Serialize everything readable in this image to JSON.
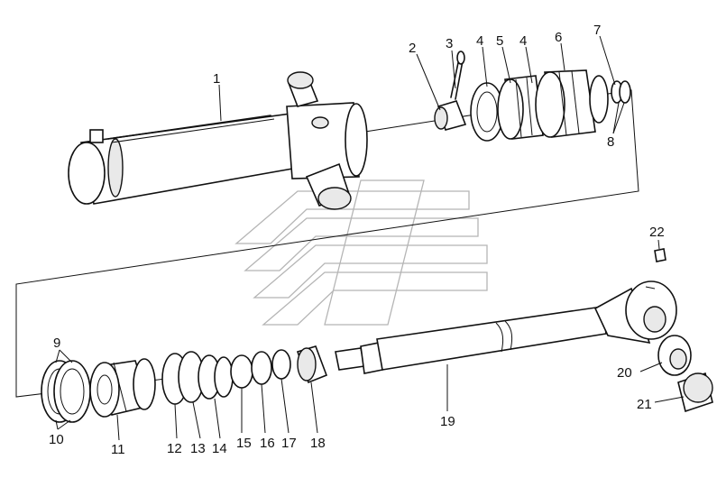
{
  "diagram": {
    "callouts": [
      {
        "label": "1"
      },
      {
        "label": "2"
      },
      {
        "label": "3"
      },
      {
        "label": "4"
      },
      {
        "label": "5"
      },
      {
        "label": "4"
      },
      {
        "label": "6"
      },
      {
        "label": "7"
      },
      {
        "label": "8"
      },
      {
        "label": "9"
      },
      {
        "label": "10"
      },
      {
        "label": "11"
      },
      {
        "label": "12"
      },
      {
        "label": "13"
      },
      {
        "label": "14"
      },
      {
        "label": "15"
      },
      {
        "label": "16"
      },
      {
        "label": "17"
      },
      {
        "label": "18"
      },
      {
        "label": "19"
      },
      {
        "label": "20"
      },
      {
        "label": "21"
      },
      {
        "label": "22"
      }
    ]
  }
}
